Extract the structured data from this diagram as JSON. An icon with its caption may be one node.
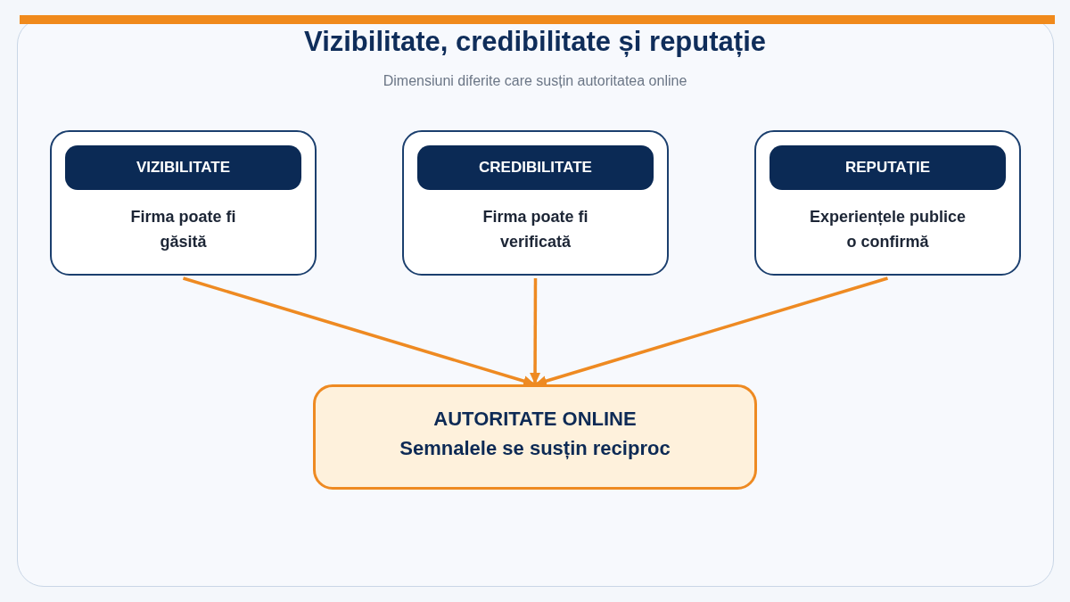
{
  "diagram": {
    "title": "Vizibilitate, credibilitate și reputație",
    "nodes": [
      {
        "text": [
          "Firma poate fi găsită"
        ]
      },
      {
        "text": [
          "VIZIBILITATE"
        ],
        "in": 0
      },
      {
        "text": [
          "Firma poate fi verificată"
        ]
      },
      {
        "text": [
          "CREDIBILITATE"
        ],
        "in": 2
      },
      {
        "text": [
          "Experiențele publice o confirmă"
        ]
      },
      {
        "text": [
          "REPUTAȚIE"
        ],
        "in": 4
      },
      {
        "text": [
          "AUTORITATE ONLINE",
          "Semnalele se susțin reciproc"
        ]
      }
    ],
    "edges": [
      {
        "from": 0,
        "to": 6,
        "arrow": "to"
      },
      {
        "from": 2,
        "to": 6,
        "arrow": "to"
      },
      {
        "from": 4,
        "to": 6,
        "arrow": "to"
      }
    ],
    "labels": [
      "Dimensiuni diferite care susțin autoritatea online"
    ]
  }
}
